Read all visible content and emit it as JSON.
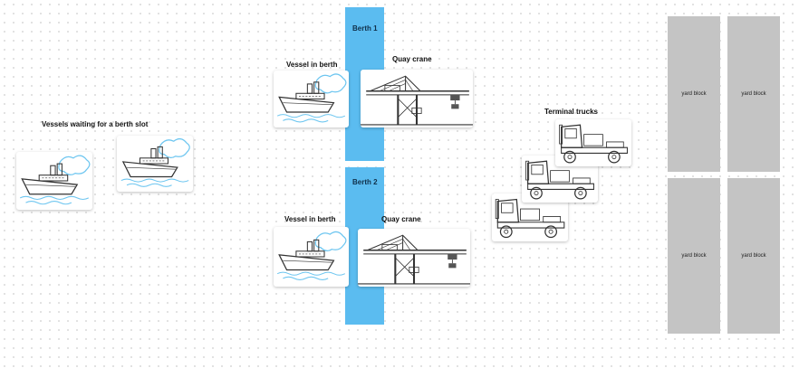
{
  "labels": {
    "waiting": "Vessels waiting for a berth slot",
    "vessel_in_berth_1": "Vessel in berth",
    "vessel_in_berth_2": "Vessel in berth",
    "quay_crane_1": "Quay crane",
    "quay_crane_2": "Quay crane",
    "terminal_trucks": "Terminal trucks"
  },
  "berths": [
    {
      "label": "Berth 1"
    },
    {
      "label": "Berth 2"
    }
  ],
  "yard_blocks": [
    {
      "label": "yard block"
    },
    {
      "label": "yard block"
    },
    {
      "label": "yard block"
    },
    {
      "label": "yard block"
    }
  ],
  "colors": {
    "berth": "#5bbcf0",
    "yard_block": "#c4c4c4",
    "smoke": "#6ec6f0"
  }
}
